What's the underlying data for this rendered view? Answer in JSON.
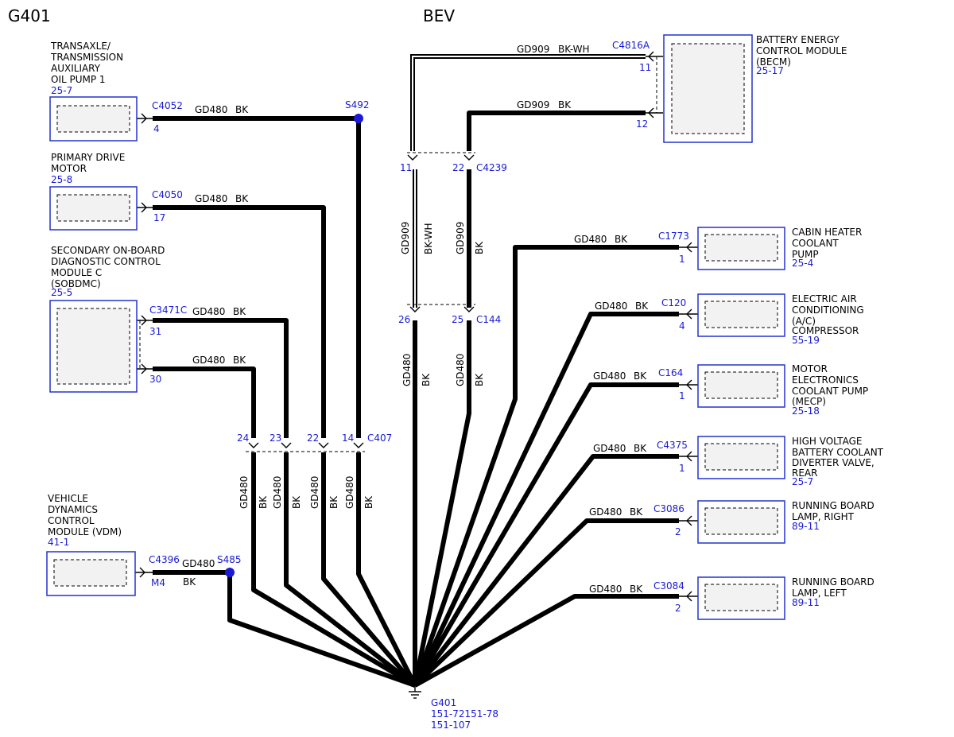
{
  "titles": {
    "left": "G401",
    "right": "BEV"
  },
  "components": {
    "pump1": {
      "lines": [
        "TRANSAXLE/",
        "TRANSMISSION",
        "AUXILIARY",
        "OIL PUMP 1"
      ],
      "ref": "25-7"
    },
    "primary_motor": {
      "lines": [
        "PRIMARY DRIVE",
        "MOTOR"
      ],
      "ref": "25-8"
    },
    "sobdmc": {
      "lines": [
        "SECONDARY ON-BOARD",
        "DIAGNOSTIC CONTROL",
        "MODULE C",
        "(SOBDMC)"
      ],
      "ref": "25-5"
    },
    "vdm": {
      "lines": [
        "VEHICLE",
        "DYNAMICS",
        "CONTROL",
        "MODULE (VDM)"
      ],
      "ref": "41-1"
    },
    "becm": {
      "lines": [
        "BATTERY ENERGY",
        "CONTROL MODULE",
        "(BECM)"
      ],
      "ref": "25-17"
    },
    "heater_pump": {
      "lines": [
        "CABIN HEATER",
        "COOLANT",
        "PUMP"
      ],
      "ref": "25-4"
    },
    "ac_comp": {
      "lines": [
        "ELECTRIC AIR",
        "CONDITIONING",
        "(A/C)",
        "COMPRESSOR"
      ],
      "ref": "55-19"
    },
    "mecp": {
      "lines": [
        "MOTOR",
        "ELECTRONICS",
        "COOLANT PUMP",
        "(MECP)"
      ],
      "ref": "25-18"
    },
    "hv_valve": {
      "lines": [
        "HIGH VOLTAGE",
        "BATTERY COOLANT",
        "DIVERTER VALVE,",
        "REAR"
      ],
      "ref": "25-7"
    },
    "rb_right": {
      "lines": [
        "RUNNING BOARD",
        "LAMP, RIGHT"
      ],
      "ref": "89-11"
    },
    "rb_left": {
      "lines": [
        "RUNNING BOARD",
        "LAMP, LEFT"
      ],
      "ref": "89-11"
    }
  },
  "connectors": {
    "c4052": {
      "name": "C4052",
      "pin": "4"
    },
    "c4050": {
      "name": "C4050",
      "pin": "17"
    },
    "c3471c": {
      "name": "C3471C",
      "pins": [
        "31",
        "30"
      ]
    },
    "c4396": {
      "name": "C4396",
      "pin": "M4"
    },
    "c4816a": {
      "name": "C4816A",
      "pins": [
        "11",
        "12"
      ]
    },
    "c4239": {
      "name": "C4239",
      "pins": [
        "11",
        "22"
      ]
    },
    "c144": {
      "name": "C144",
      "pins": [
        "26",
        "25"
      ]
    },
    "c407": {
      "name": "C407",
      "pins": [
        "24",
        "23",
        "22",
        "14"
      ]
    },
    "c1773": {
      "name": "C1773",
      "pin": "1"
    },
    "c120": {
      "name": "C120",
      "pin": "4"
    },
    "c164": {
      "name": "C164",
      "pin": "1"
    },
    "c4375": {
      "name": "C4375",
      "pin": "1"
    },
    "c3086": {
      "name": "C3086",
      "pin": "2"
    },
    "c3084": {
      "name": "C3084",
      "pin": "2"
    }
  },
  "splices": {
    "s492": "S492",
    "s485": "S485"
  },
  "circuits": {
    "gd480": "GD480",
    "gd909": "GD909"
  },
  "colors": {
    "bk": "BK",
    "bkwh": "BK-WH"
  },
  "ground": {
    "name": "G401",
    "refs": [
      "151-72151-78",
      "151-107"
    ]
  },
  "palette": {
    "wire": "#000000",
    "component_border": "#2233cc",
    "reference_text": "#1a1ad6",
    "component_fill": "#f2f2f2"
  }
}
